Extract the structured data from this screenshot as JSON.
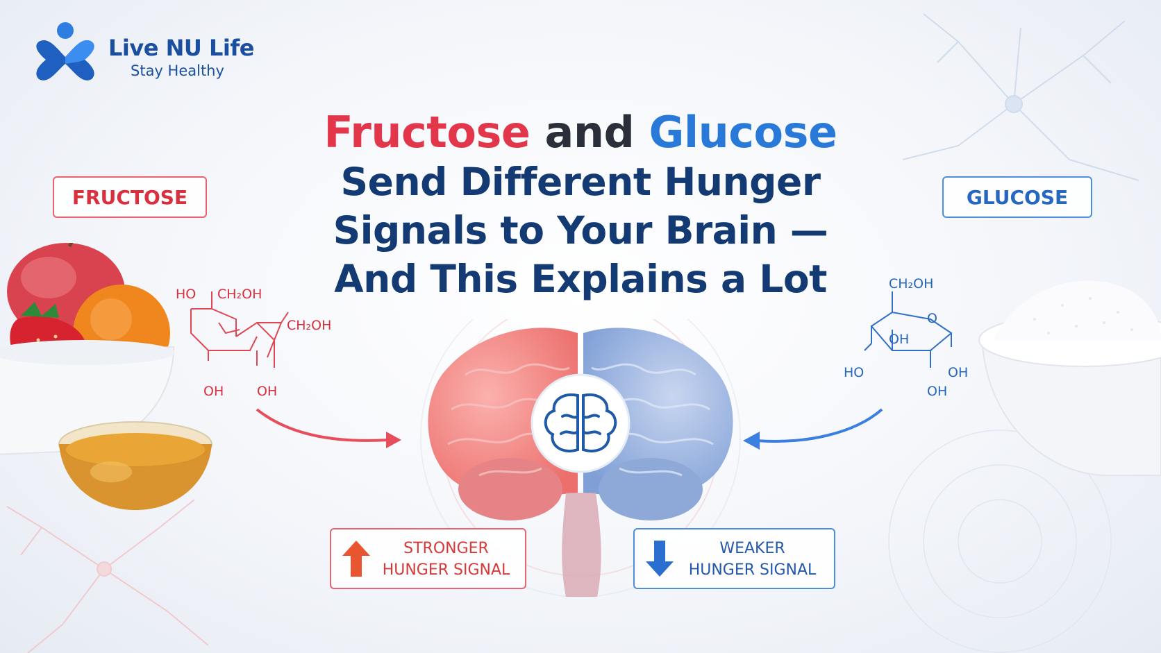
{
  "brand": {
    "name": "Live NU Life",
    "tagline": "Stay Healthy",
    "logo_icon": "x-figure-logo-icon"
  },
  "title": {
    "word1": "Fructose",
    "word2": "and",
    "word3": "Glucose",
    "line2": "Send Different Hunger",
    "line3": "Signals to Your Brain —",
    "line4": "And This Explains a Lot"
  },
  "labels": {
    "fructose": "FRUCTOSE",
    "glucose": "GLUCOSE"
  },
  "fructose_formula": {
    "ho": "HO",
    "ch2oh_1": "CH₂OH",
    "ch2oh_2": "CH₂OH",
    "oh_1": "OH",
    "oh_2": "OH"
  },
  "glucose_formula": {
    "ch2oh": "CH₂OH",
    "o": "O",
    "oh_inner": "OH",
    "ho": "HO",
    "oh_right": "OH",
    "oh_bottom": "OH"
  },
  "signals": {
    "strong_line1": "STRONGER",
    "strong_line2": "HUNGER SIGNAL",
    "weak_line1": "WEAKER",
    "weak_line2": "HUNGER SIGNAL"
  },
  "colors": {
    "fructose_red": "#e2374a",
    "glucose_blue": "#2979d9",
    "title_navy": "#133a73",
    "arrow_up": "#e8552e",
    "arrow_down": "#2a6fd0"
  }
}
